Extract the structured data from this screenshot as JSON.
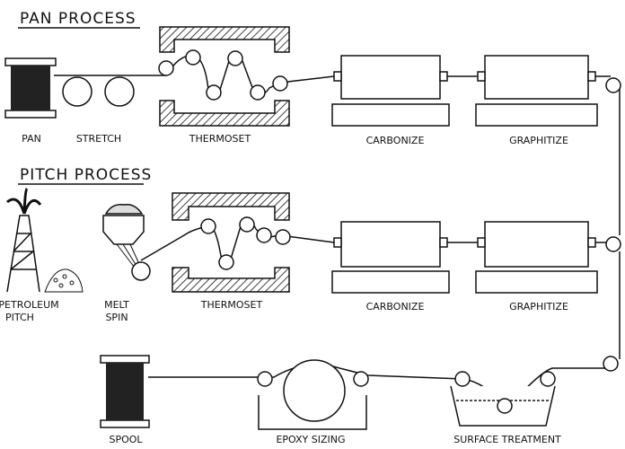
{
  "sections": {
    "pan_title": "PAN PROCESS",
    "pitch_title": "PITCH PROCESS"
  },
  "pan_row": {
    "pan": "PAN",
    "stretch": "STRETCH",
    "thermoset": "THERMOSET",
    "carbonize": "CARBONIZE",
    "graphitize": "GRAPHITIZE"
  },
  "pitch_row": {
    "petroleum_line1": "PETROLEUM",
    "petroleum_line2": "PITCH",
    "melt_line1": "MELT",
    "melt_line2": "SPIN",
    "thermoset": "THERMOSET",
    "carbonize": "CARBONIZE",
    "graphitize": "GRAPHITIZE"
  },
  "finish_row": {
    "spool": "SPOOL",
    "epoxy": "EPOXY SIZING",
    "surface": "SURFACE TREATMENT"
  }
}
